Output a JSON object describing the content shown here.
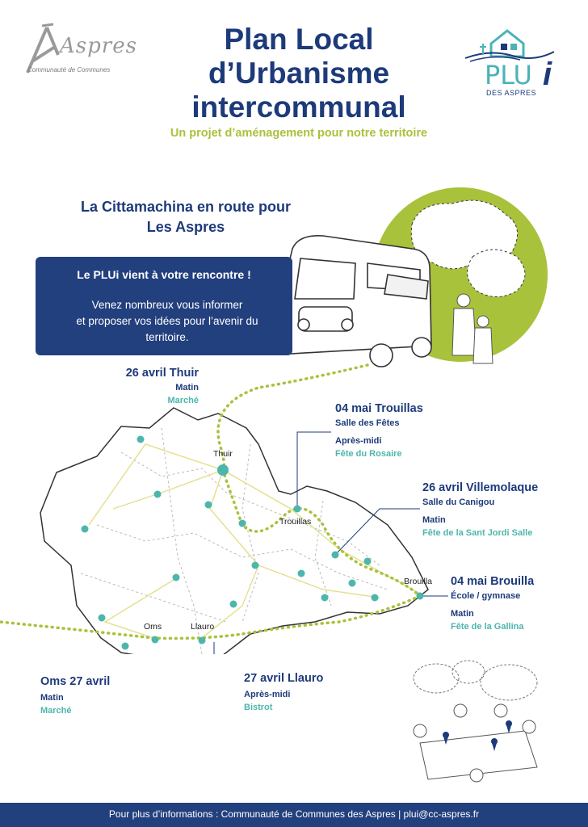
{
  "header": {
    "title_lines": [
      "Plan Local",
      "d’Urbanisme",
      "intercommunal"
    ],
    "subtitle": "Un projet d’aménagement pour notre territoire"
  },
  "logos": {
    "left_brand": "Aspres",
    "left_sub": "Communauté de Communes",
    "right_main": "PLU",
    "right_i": "i",
    "right_sub": "DES ASPRES"
  },
  "intro": {
    "headline_lines": [
      "La Cittamachina en route pour",
      "Les Aspres"
    ],
    "box_title": "Le PLUi vient à votre rencontre !",
    "box_text_lines": [
      "Venez nombreux vous informer",
      "et proposer vos idées pour l’avenir du",
      "territoire."
    ]
  },
  "events": [
    {
      "date": "26 avril Thuir",
      "place": "",
      "time": "Matin",
      "activity": "Marché"
    },
    {
      "date": "04 mai Trouillas",
      "place": "Salle des Fêtes",
      "time": "Après-midi",
      "activity": "Fête du Rosaire"
    },
    {
      "date": "26 avril Villemolaque",
      "place": "Salle du Canigou",
      "time": "Matin",
      "activity": "Fête de la Sant Jordi Salle"
    },
    {
      "date": "04 mai Brouilla",
      "place": "École / gymnase",
      "time": "Matin",
      "activity": "Fête de la Gallina"
    },
    {
      "date": "27 avril Llauro",
      "place": "",
      "time": "Après-midi",
      "activity": "Bistrot"
    },
    {
      "date": "Oms 27 avril",
      "place": "",
      "time": "Matin",
      "activity": "Marché"
    }
  ],
  "towns": [
    "Thuir",
    "Trouillas",
    "Brouilla",
    "Oms",
    "Llauro"
  ],
  "footer": {
    "text": "Pour plus d’informations : Communauté de Communes des Aspres | plui@cc-aspres.fr"
  },
  "colors": {
    "navy": "#1d3a7a",
    "lime": "#a8c23c",
    "teal": "#4db6ac",
    "footer": "#23407e"
  }
}
